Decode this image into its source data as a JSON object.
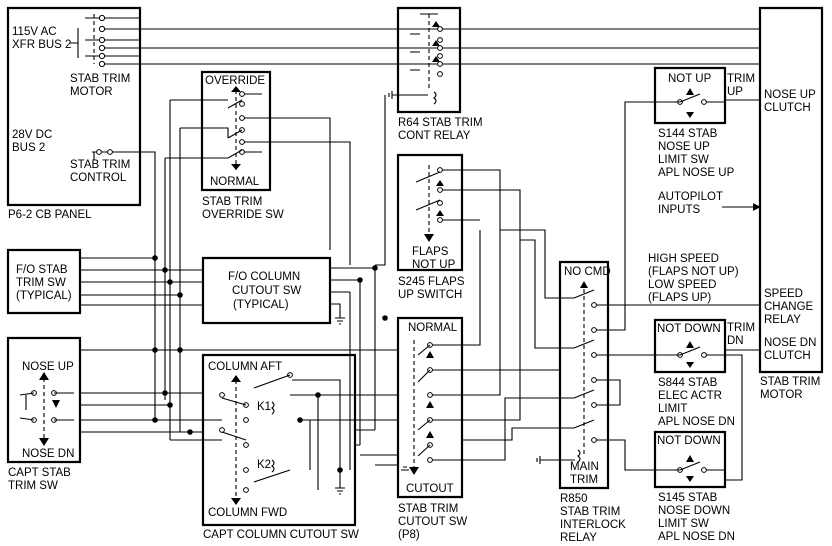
{
  "p62_panel": {
    "bus_115v_line1": "115V AC",
    "bus_115v_line2": "XFR BUS 2",
    "motor_cb_line1": "STAB TRIM",
    "motor_cb_line2": "MOTOR",
    "bus_28v_line1": "28V DC",
    "bus_28v_line2": "BUS 2",
    "control_cb_line1": "STAB TRIM",
    "control_cb_line2": "CONTROL",
    "caption": "P6-2 CB PANEL"
  },
  "override_sw": {
    "top": "OVERRIDE",
    "bottom": "NORMAL",
    "caption_line1": "STAB TRIM",
    "caption_line2": "OVERRIDE SW"
  },
  "r64_relay": {
    "caption_line1": "R64 STAB TRIM",
    "caption_line2": "CONT RELAY"
  },
  "s245_switch": {
    "label_line1": "FLAPS",
    "label_line2": "NOT UP",
    "caption_line1": "S245 FLAPS",
    "caption_line2": "UP SWITCH"
  },
  "fo_trim_sw": {
    "line1": "F/O STAB",
    "line2": "TRIM SW",
    "line3": "(TYPICAL)"
  },
  "fo_column_cutout": {
    "line1": "F/O COLUMN",
    "line2": "CUTOUT SW",
    "line3": "(TYPICAL)"
  },
  "capt_trim_sw": {
    "top": "NOSE UP",
    "bottom": "NOSE DN",
    "caption_line1": "CAPT STAB",
    "caption_line2": "TRIM SW"
  },
  "capt_column_cutout": {
    "top": "COLUMN AFT",
    "bottom": "COLUMN FWD",
    "k1": "K1",
    "k2": "K2",
    "caption": "CAPT COLUMN CUTOUT SW"
  },
  "cutout_sw": {
    "top": "NORMAL",
    "bottom": "CUTOUT",
    "caption_line1": "STAB TRIM",
    "caption_line2": "CUTOUT SW",
    "caption_line3": "(P8)"
  },
  "r850_relay": {
    "top": "NO CMD",
    "bottom_line1": "MAIN",
    "bottom_line2": "TRIM",
    "caption_line1": "R850",
    "caption_line2": "STAB TRIM",
    "caption_line3": "INTERLOCK",
    "caption_line4": "RELAY"
  },
  "s144": {
    "label": "NOT UP",
    "side_line1": "TRIM",
    "side_line2": "UP",
    "caption_line1": "S144 STAB",
    "caption_line2": "NOSE UP",
    "caption_line3": "LIMIT SW",
    "caption_line4": "APL NOSE UP"
  },
  "s844": {
    "label": "NOT DOWN",
    "side_line1": "TRIM",
    "side_line2": "DN",
    "caption_line1": "S844 STAB",
    "caption_line2": "ELEC ACTR",
    "caption_line3": "LIMIT",
    "caption_line4": "APL NOSE DN"
  },
  "s145": {
    "label": "NOT DOWN",
    "caption_line1": "S145 STAB",
    "caption_line2": "NOSE DOWN",
    "caption_line3": "LIMIT SW",
    "caption_line4": "APL NOSE DN"
  },
  "autopilot": {
    "line1": "AUTOPILOT",
    "line2": "INPUTS"
  },
  "speed_notes": {
    "line1": "HIGH SPEED",
    "line2": "(FLAPS NOT UP)",
    "line3": "LOW SPEED",
    "line4": "(FLAPS UP)"
  },
  "motor": {
    "nose_up_line1": "NOSE UP",
    "nose_up_line2": "CLUTCH",
    "speed_line1": "SPEED",
    "speed_line2": "CHANGE",
    "speed_line3": "RELAY",
    "nose_dn_line1": "NOSE DN",
    "nose_dn_line2": "CLUTCH",
    "caption_line1": "STAB TRIM",
    "caption_line2": "MOTOR"
  }
}
